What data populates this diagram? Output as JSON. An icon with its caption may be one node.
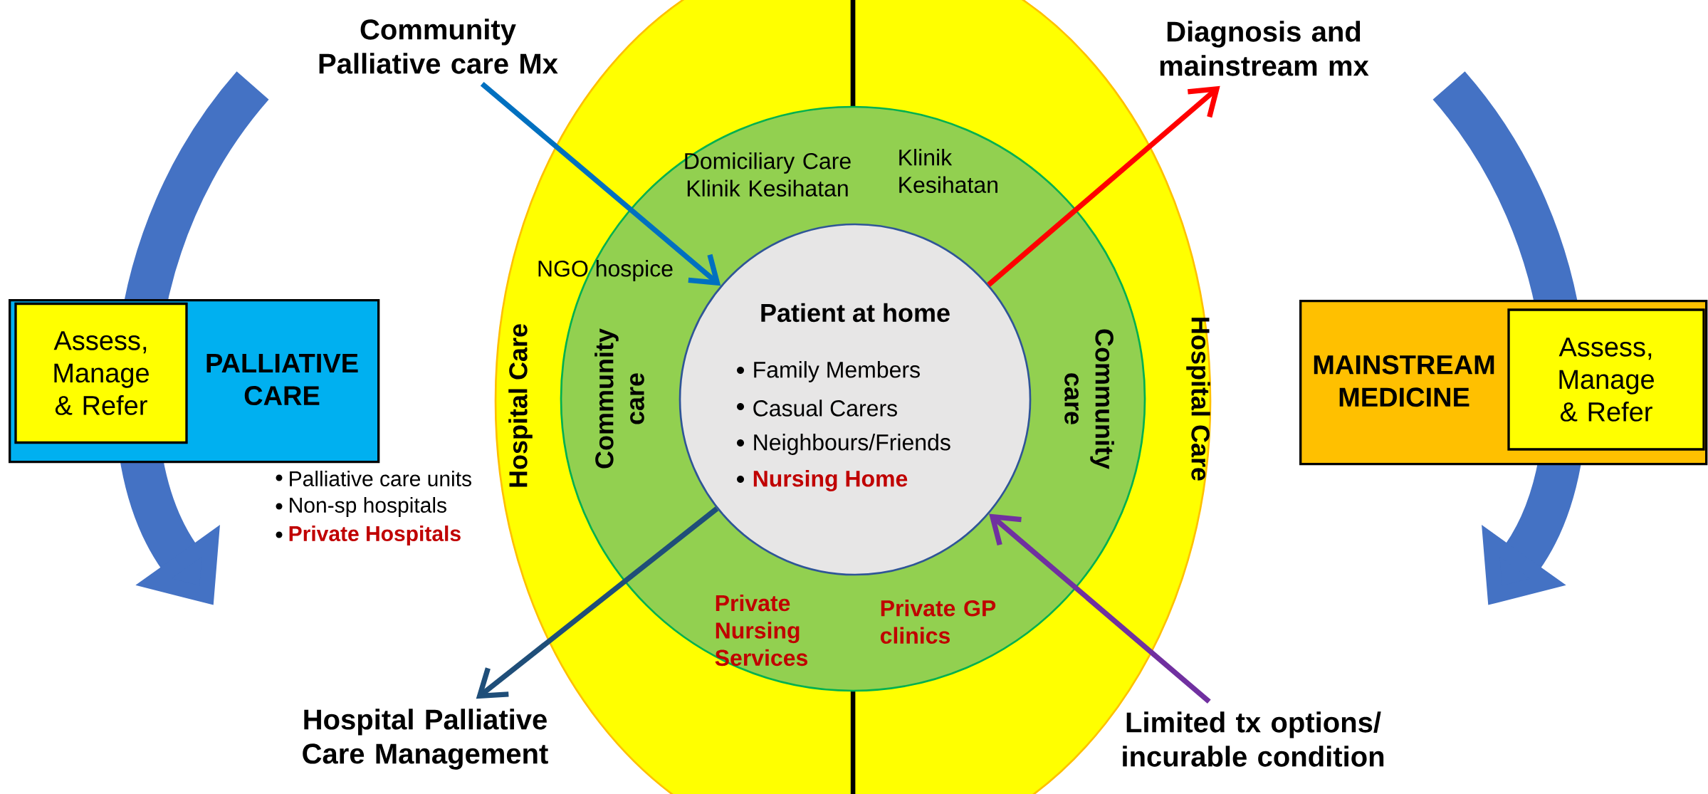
{
  "diagram": {
    "nodes": [
      {
        "text": [
          "Community Palliative care Mx"
        ]
      },
      {
        "text": [
          "Diagnosis and mainstream mx"
        ]
      },
      {
        "text": [
          "Hospital Palliative Care Management"
        ]
      },
      {
        "text": [
          "Limited tx options/ incurable condition"
        ]
      },
      {
        "text": [
          "Hospital Care",
          "Hospital Care"
        ]
      },
      {
        "text": [
          "Domiciliary Care Klinik Kesihatan",
          "Klinik Kesihatan",
          "NGO hospice",
          "Community care",
          "Community care",
          "Private Nursing Services",
          "Private GP clinics"
        ],
        "in": 4
      },
      {
        "text": [
          "Patient at home",
          "Family Members",
          "Casual Carers",
          "Neighbours/Friends",
          "Nursing Home"
        ],
        "in": 5
      },
      {
        "text": [
          "PALLIATIVE CARE"
        ]
      },
      {
        "text": [
          "Assess, Manage & Refer"
        ],
        "in": 7
      },
      {
        "text": [
          "MAINSTREAM MEDICINE"
        ]
      },
      {
        "text": [
          "Assess, Manage & Refer"
        ],
        "in": 9
      }
    ],
    "edges": [
      {
        "from": 0,
        "to": 6,
        "arrow": "to",
        "color": "#0070c0"
      },
      {
        "from": 6,
        "to": 1,
        "arrow": "to",
        "color": "#ff0000"
      },
      {
        "from": 6,
        "to": 2,
        "arrow": "to",
        "color": "#1f4e79"
      },
      {
        "from": 3,
        "to": 6,
        "arrow": "to",
        "color": "#7030a0"
      }
    ],
    "labels": [
      "Palliative care units",
      "Non-sp hospitals",
      "Private Hospitals"
    ]
  }
}
